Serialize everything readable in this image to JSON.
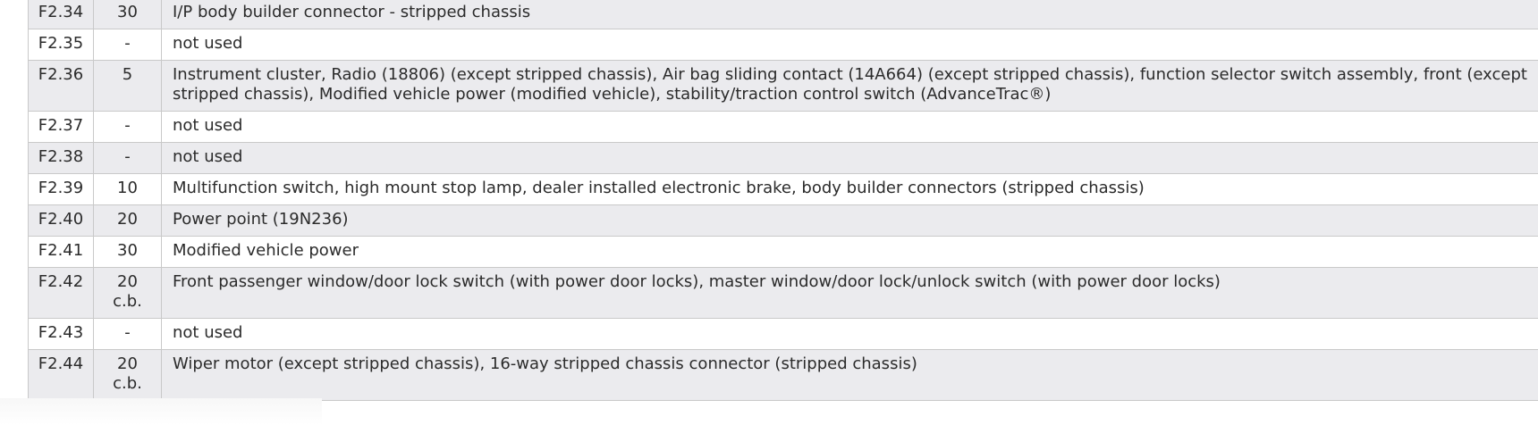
{
  "fuse_table": {
    "rows": [
      {
        "fuse": "F2.34",
        "amps": "30",
        "amps_note": "",
        "description": "I/P body builder connector - stripped chassis"
      },
      {
        "fuse": "F2.35",
        "amps": "-",
        "amps_note": "",
        "description": "not used"
      },
      {
        "fuse": "F2.36",
        "amps": "5",
        "amps_note": "",
        "description": "Instrument cluster, Radio (18806) (except stripped chassis), Air bag sliding contact (14A664) (except stripped chassis), function selector switch assembly, front (except stripped chassis), Modified vehicle power (modified vehicle), stability/traction control switch (AdvanceTrac®)"
      },
      {
        "fuse": "F2.37",
        "amps": "-",
        "amps_note": "",
        "description": "not used"
      },
      {
        "fuse": "F2.38",
        "amps": "-",
        "amps_note": "",
        "description": "not used"
      },
      {
        "fuse": "F2.39",
        "amps": "10",
        "amps_note": "",
        "description": "Multifunction switch, high mount stop lamp, dealer installed electronic brake, body builder connectors (stripped chassis)"
      },
      {
        "fuse": "F2.40",
        "amps": "20",
        "amps_note": "",
        "description": "Power point (19N236)"
      },
      {
        "fuse": "F2.41",
        "amps": "30",
        "amps_note": "",
        "description": "Modified vehicle power"
      },
      {
        "fuse": "F2.42",
        "amps": "20",
        "amps_note": "c.b.",
        "description": "Front passenger window/door lock switch (with power door locks), master window/door lock/unlock switch (with power door locks)"
      },
      {
        "fuse": "F2.43",
        "amps": "-",
        "amps_note": "",
        "description": "not used"
      },
      {
        "fuse": "F2.44",
        "amps": "20",
        "amps_note": "c.b.",
        "description": "Wiper motor (except stripped chassis), 16-way stripped chassis connector (stripped chassis)"
      }
    ]
  },
  "colors": {
    "shaded_row": "#ebebee",
    "plain_row": "#ffffff",
    "border": "#c9c9c9",
    "text": "#2b2b2b"
  }
}
